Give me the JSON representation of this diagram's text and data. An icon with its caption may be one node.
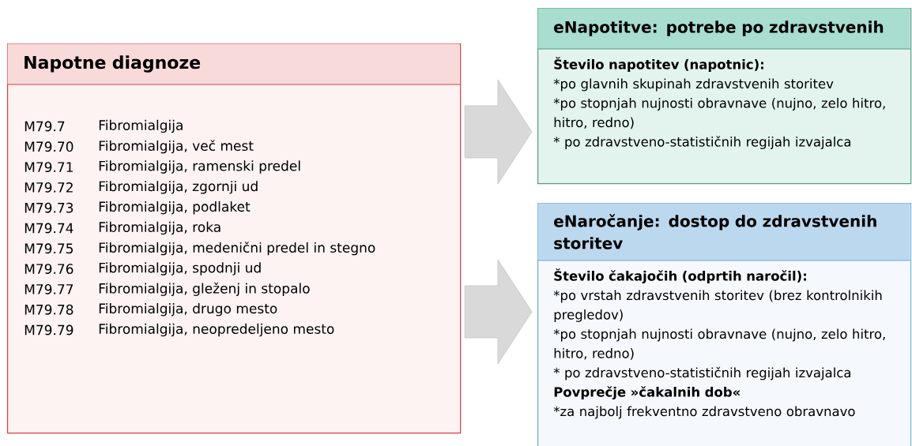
{
  "diagram": {
    "nodes": [
      {
        "text": [
          "Napotne diagnoze",
          "M79.7",
          "Fibromialgija",
          "M79.70",
          "Fibromialgija, več mest",
          "M79.71",
          "Fibromialgija, ramenski predel",
          "M79.72",
          "Fibromialgija, zgornji ud",
          "M79.73",
          "Fibromialgija, podlaket",
          "M79.74",
          "Fibromialgija, roka",
          "M79.75",
          "Fibromialgija, medenični predel in stegno",
          "M79.76",
          "Fibromialgija, spodnji ud",
          "M79.77",
          "Fibromialgija, gleženj in stopalo",
          "M79.78",
          "Fibromialgija, drugo mesto",
          "M79.79",
          "Fibromialgija, neopredeljeno mesto"
        ]
      },
      {
        "text": [
          "eNapotitve: potrebe po zdravstvenih",
          "**Število napotitev (napotnic):**",
          "*po glavnih skupinah zdravstvenih storitev",
          "*po stopnjah nujnosti obravnave (nujno, zelo hitro, hitro, redno)",
          "* po zdravstveno-statističnih regijah izvajalca"
        ]
      },
      {
        "text": [
          "eNaročanje: dostop do zdravstvenih storitev",
          "**Število čakajočih (odprtih naročil):**",
          "*po vrstah zdravstvenih storitev (brez kontrolnikih pregledov)",
          "*po stopnjah nujnosti obravnave (nujno, zelo hitro, hitro, redno)",
          "* po zdravstveno-statističnih regijah izvajalca",
          "**Povprečje »čakalnih dob«**",
          "*za najbolj frekventno zdravstveno obravnavo"
        ]
      }
    ],
    "edges": [
      {
        "from": 0,
        "to": 1,
        "arrow": "to"
      },
      {
        "from": 0,
        "to": 2,
        "arrow": "to"
      }
    ]
  }
}
